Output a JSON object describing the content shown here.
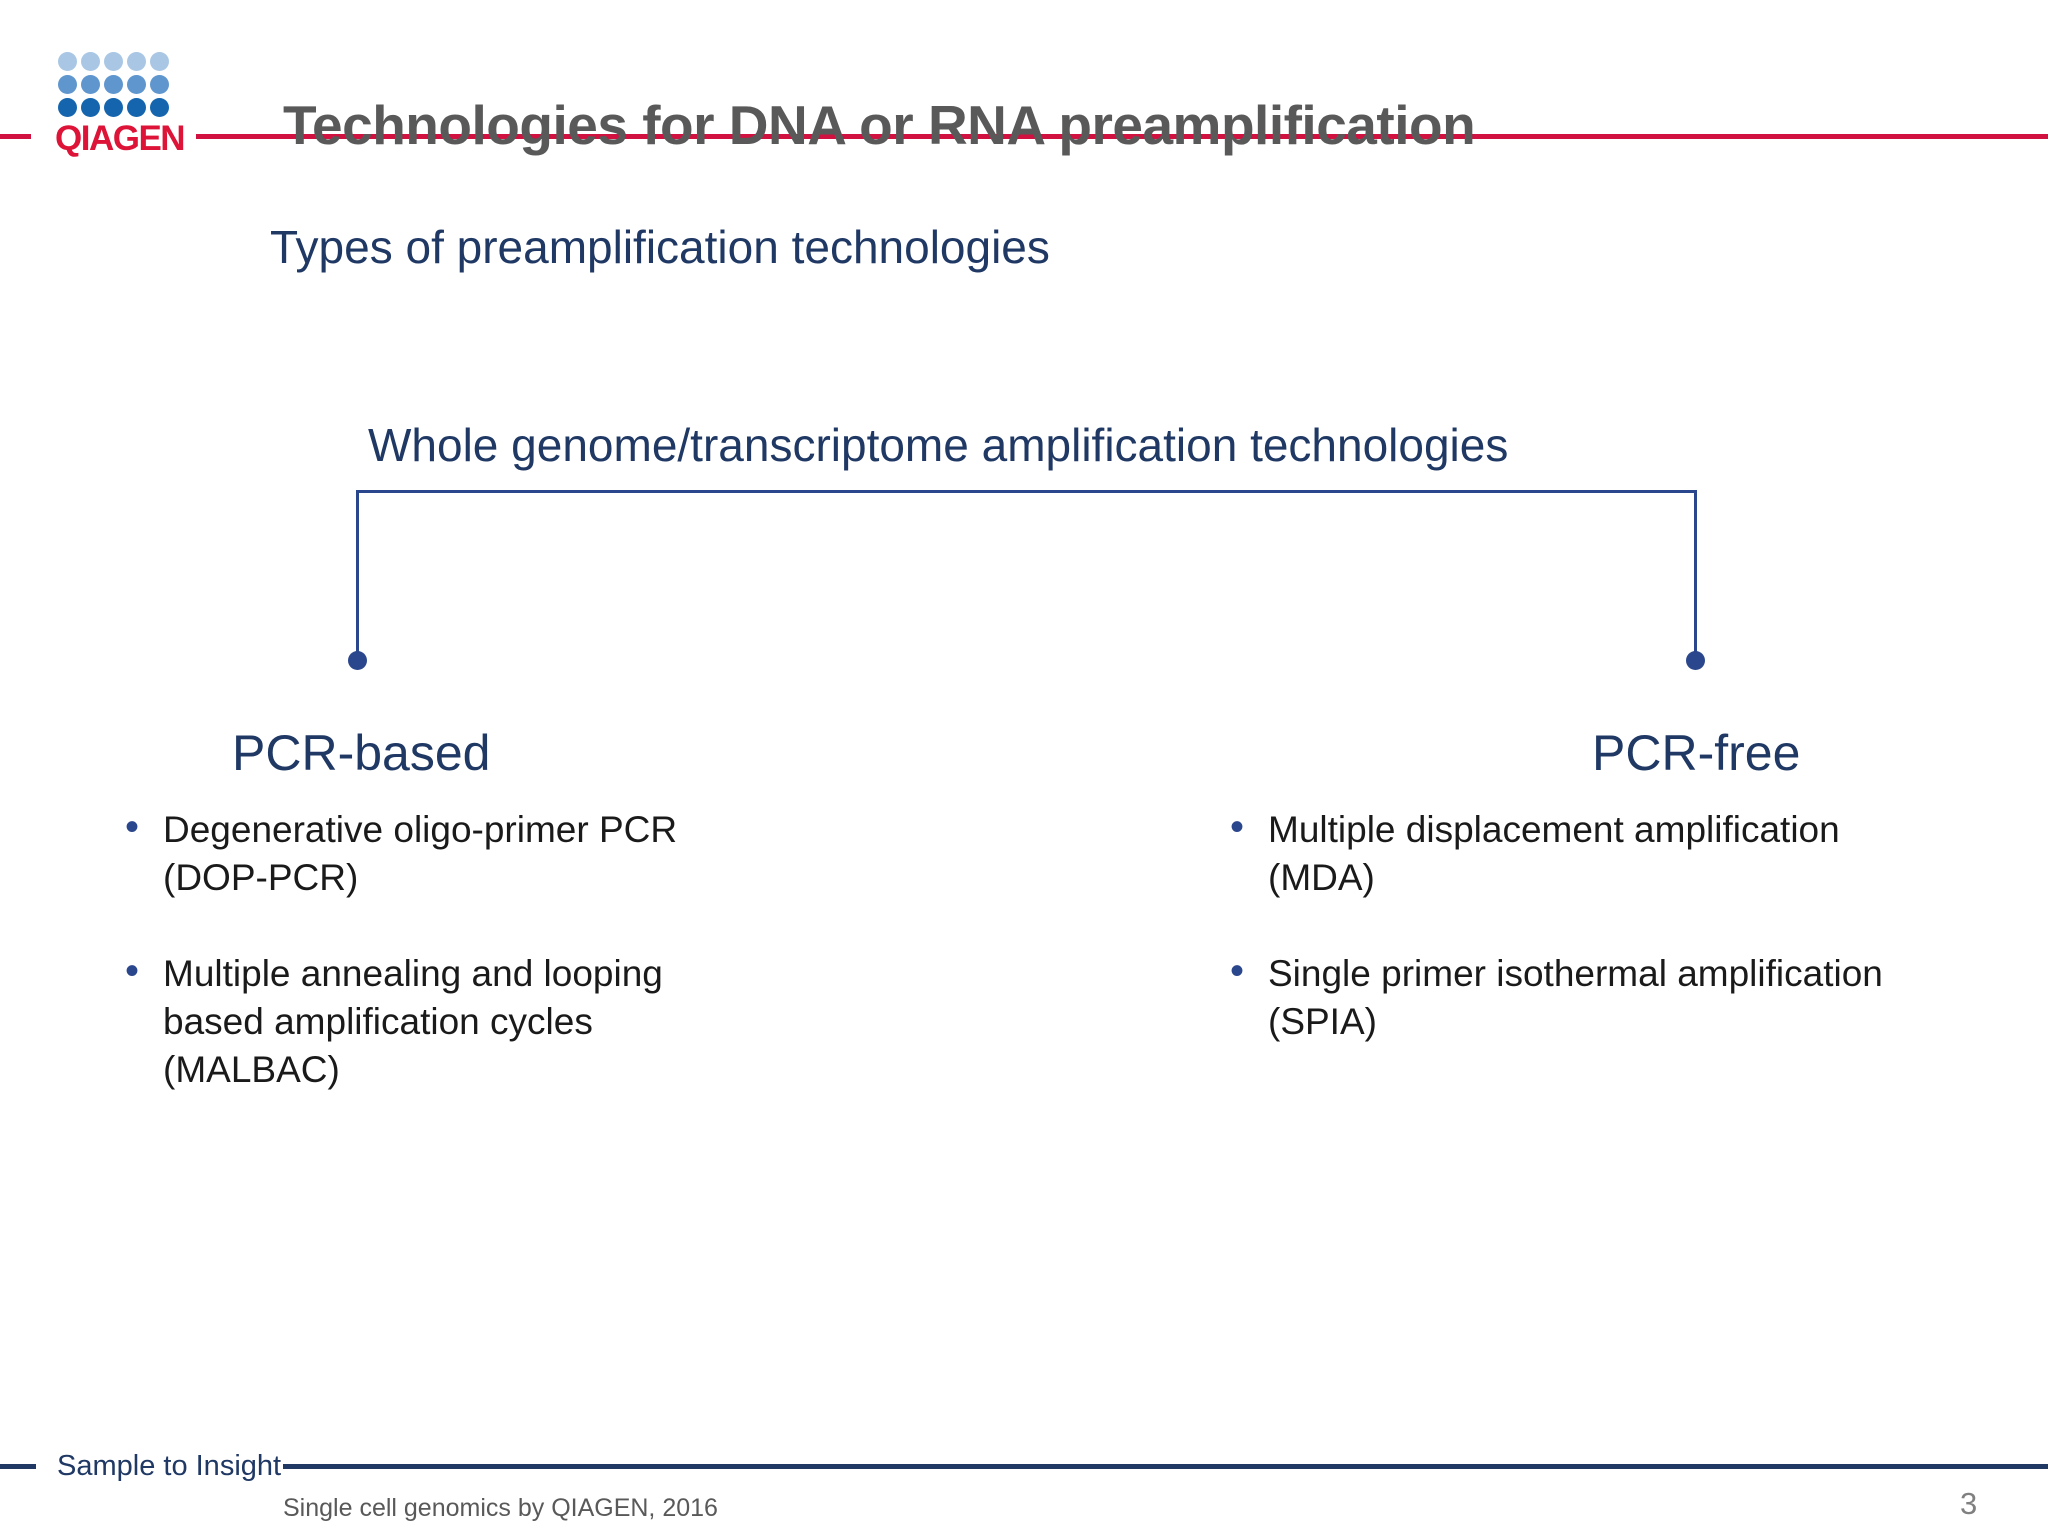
{
  "slide": {
    "title": "Technologies for DNA or RNA preamplification",
    "subtitle": "Types of preamplification technologies",
    "logo": {
      "brand": "QIAGEN"
    },
    "diagram": {
      "root_label": "Whole genome/transcriptome amplification technologies",
      "branches": [
        {
          "heading": "PCR-based",
          "bullets": [
            "Degenerative oligo-primer PCR\n(DOP-PCR)",
            "Multiple annealing and looping\nbased amplification cycles\n(MALBAC)"
          ]
        },
        {
          "heading": "PCR-free",
          "bullets": [
            "Multiple displacement amplification\n(MDA)",
            "Single primer isothermal amplification\n(SPIA)"
          ]
        }
      ]
    },
    "footer": {
      "tagline": "Sample to Insight",
      "credit": "Single cell genomics by QIAGEN, 2016",
      "page_number": "3"
    },
    "colors": {
      "accent_red": "#D1113F",
      "logo_red": "#DD1438",
      "navy_text": "#1F3864",
      "line_navy": "#2A468C",
      "title_gray": "#595959",
      "body_black": "#1A1A1A",
      "footer_gray": "#595959",
      "page_gray": "#808080",
      "dot_row1": "#A9C7E4",
      "dot_row2": "#6096CE",
      "dot_row3": "#1465AE"
    }
  }
}
